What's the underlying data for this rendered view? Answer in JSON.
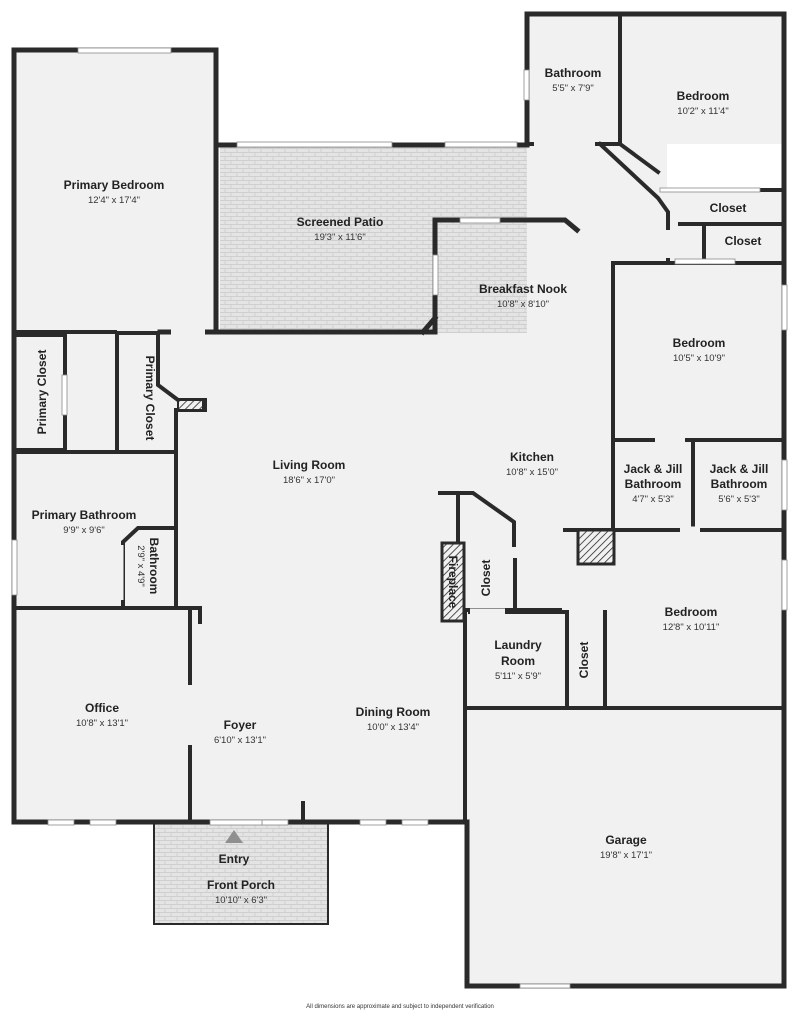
{
  "colors": {
    "wall": "#2a2a2a",
    "floor": "#f1f1f1",
    "paver": "#e4e4e4",
    "paver_line": "#c9c9c9",
    "background": "#ffffff"
  },
  "rooms": {
    "bathroom_top": {
      "name": "Bathroom",
      "dims": "5'5\" x 7'9\""
    },
    "bedroom_ne": {
      "name": "Bedroom",
      "dims": "10'2\" x 11'4\""
    },
    "closet_a": {
      "name": "Closet"
    },
    "closet_b": {
      "name": "Closet"
    },
    "primary_bedroom": {
      "name": "Primary Bedroom",
      "dims": "12'4\" x 17'4\""
    },
    "screened_patio": {
      "name": "Screened Patio",
      "dims": "19'3\" x 11'6\""
    },
    "breakfast_nook": {
      "name": "Breakfast Nook",
      "dims": "10'8\" x 8'10\""
    },
    "bedroom_e": {
      "name": "Bedroom",
      "dims": "10'5\" x 10'9\""
    },
    "primary_closet_1": {
      "name": "Primary Closet"
    },
    "primary_closet_2": {
      "name": "Primary Closet"
    },
    "living_room": {
      "name": "Living Room",
      "dims": "18'6\" x 17'0\""
    },
    "kitchen": {
      "name": "Kitchen",
      "dims": "10'8\" x 15'0\""
    },
    "jack_jill_1": {
      "name1": "Jack & Jill",
      "name2": "Bathroom",
      "dims": "4'7\" x 5'3\""
    },
    "jack_jill_2": {
      "name1": "Jack & Jill",
      "name2": "Bathroom",
      "dims": "5'6\" x 5'3\""
    },
    "primary_bathroom": {
      "name": "Primary Bathroom",
      "dims": "9'9\" x 9'6\""
    },
    "bathroom_small": {
      "name": "Bathroom",
      "dims": "2'9\" x 4'9\""
    },
    "fireplace": {
      "name": "Fireplace"
    },
    "closet_kitchen": {
      "name": "Closet"
    },
    "bedroom_se": {
      "name": "Bedroom",
      "dims": "12'8\" x 10'11\""
    },
    "laundry": {
      "name1": "Laundry",
      "name2": "Room",
      "dims": "5'11\" x 5'9\""
    },
    "closet_laundry": {
      "name": "Closet"
    },
    "office": {
      "name": "Office",
      "dims": "10'8\" x 13'1\""
    },
    "foyer": {
      "name": "Foyer",
      "dims": "6'10\" x 13'1\""
    },
    "dining_room": {
      "name": "Dining Room",
      "dims": "10'0\" x 13'4\""
    },
    "garage": {
      "name": "Garage",
      "dims": "19'8\" x 17'1\""
    },
    "entry": {
      "name": "Entry"
    },
    "front_porch": {
      "name": "Front Porch",
      "dims": "10'10\" x 6'3\""
    }
  },
  "footer": {
    "disclaimer": "All dimensions are approximate and subject to independent verification"
  }
}
